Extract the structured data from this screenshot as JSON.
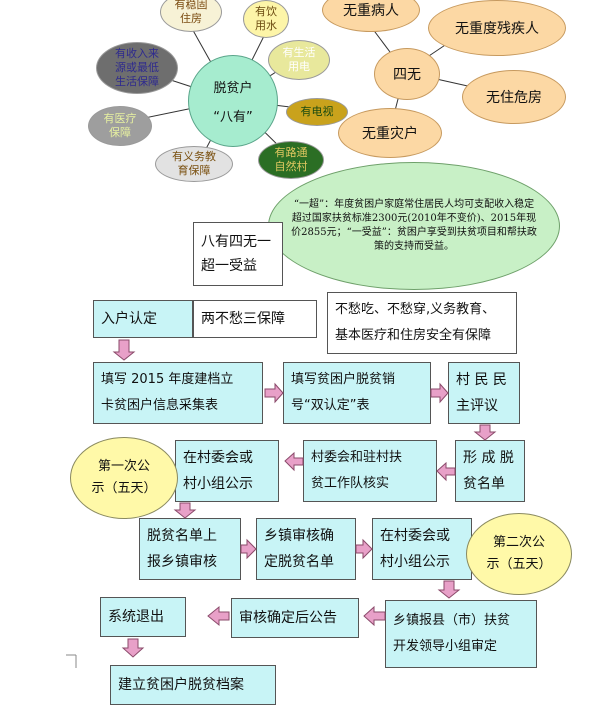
{
  "colors": {
    "cyan_box": "#c8f4f6",
    "pink_arrow": "#e8a0c8",
    "yellow_oval": "#fff9a8",
    "green_oval": "#c8f0c6",
    "center_bubble": "#a6eccf",
    "orange_bubble": "#fcd8a4"
  },
  "ba_you": {
    "center_line1": "脱贫户",
    "center_line2": "“八有”",
    "items": [
      {
        "label": "有稳固\n住房",
        "bg": "#f7f2d6",
        "fg": "#7a4a10"
      },
      {
        "label": "有饮\n用水",
        "bg": "#fdf5a8",
        "fg": "#6b4a10"
      },
      {
        "label": "有生活\n用电",
        "bg": "#e8e89c",
        "fg": "#ffffff"
      },
      {
        "label": "有电视",
        "bg": "#c9a21c",
        "fg": "#1a4a10"
      },
      {
        "label": "有路通\n自然村",
        "bg": "#2b6e24",
        "fg": "#e0c860"
      },
      {
        "label": "有义务教\n育保障",
        "bg": "#e2e2e2",
        "fg": "#7a5010"
      },
      {
        "label": "有医疗\n保障",
        "bg": "#9e9e9e",
        "fg": "#e7f0a0"
      },
      {
        "label": "有收入来\n源或最低\n生活保障",
        "bg": "#6e6e6e",
        "fg": "#2e2a8e"
      }
    ]
  },
  "si_wu": {
    "center": "四无",
    "items": [
      "无重病人",
      "无重度残疾人",
      "无住危房",
      "无重灾户"
    ]
  },
  "oval_note": "“一超”：年度贫困户家庭常住居民人均可支配收入稳定超过国家扶贫标准2300元(2010年不变价)、2015年现价2855元；“一受益”：贫困户享受到扶贫项目和帮扶政策的支持而受益。",
  "boxes": {
    "ba_si_yi": "八有四无一\n超一受益",
    "ru_hu": "入户认定",
    "liang_bu": "两不愁三保障",
    "liang_bu_desc": "不愁吃、不愁穿,义务教育、\n基本医疗和住房安全有保障",
    "fill_form": "填写 2015 年度建档立\n卡贫困户信息采集表",
    "fill_double": "填写贫困户脱贫销\n号“双认定”表",
    "villagers": "村 民 民\n主评议",
    "namelist": "形 成 脱\n贫名单",
    "cun_check": "村委会和驻村扶\n贫工作队核实",
    "cun_public1": "在村委会或\n村小组公示",
    "public1": "第一次公\n示（五天）",
    "report_town": "脱贫名单上\n报乡镇审核",
    "town_confirm": "乡镇审核确\n定脱贫名单",
    "cun_public2": "在村委会或\n村小组公示",
    "public2": "第二次公\n示（五天）",
    "county": "乡镇报县（市）扶贫\n开发领导小组审定",
    "announce": "审核确定后公告",
    "exit": "系统退出",
    "archive": "建立贫困户脱贫档案"
  }
}
